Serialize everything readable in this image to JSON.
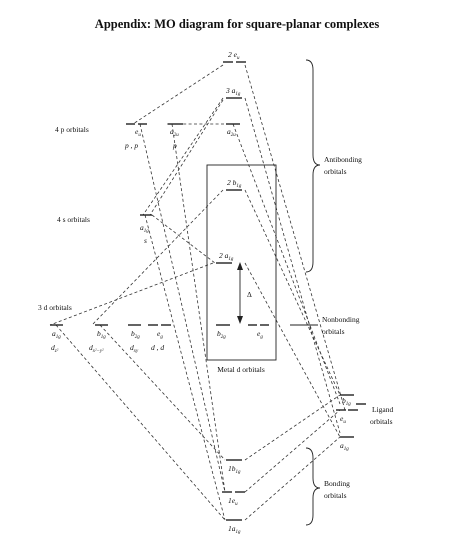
{
  "title": "Appendix: MO diagram for square-planar complexes",
  "section_labels": {
    "p": "4 p orbitals",
    "s": "4 s orbitals",
    "d": "3 d orbitals",
    "antibonding": [
      "Antibonding",
      "orbitals"
    ],
    "nonbonding": [
      "Nonbonding",
      "orbitals"
    ],
    "ligand": [
      "Ligand",
      "orbitals"
    ],
    "bonding": [
      "Bonding",
      "orbitals"
    ],
    "metal_d": "Metal d orbitals",
    "delta": "Δ"
  },
  "levels": {
    "mo_2eu": "2 e",
    "mo_3a1g": "3 a",
    "mo_2b1g": "2 b",
    "mo_2a1g": "2 a",
    "mo_1b1g": "1b",
    "mo_1eu": "1e",
    "mo_1a1g": "1a",
    "p_eu": "e",
    "p_a2u": "a",
    "p_a2u_right": "a",
    "p_eu_sub": "p , p",
    "p_a2u_sub": "p",
    "s_a1g": "a",
    "s_sub": "s",
    "d_a1g": "a",
    "d_b1g": "b",
    "d_b2g": "b",
    "d_eg": "e",
    "d_a1g_sub": "d",
    "d_b1g_sub": "d",
    "d_b2g_sub": "d",
    "d_eg_sub": "d , d",
    "nb_b2g": "b",
    "nb_eg": "e",
    "lig_b1g": "b",
    "lig_eu": "e",
    "lig_a1g": "a"
  }
}
